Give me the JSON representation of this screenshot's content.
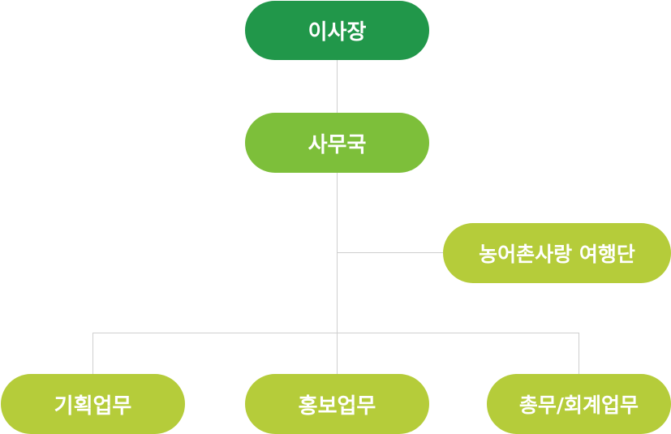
{
  "colors": {
    "chairman": "#21974a",
    "office": "#7dbf3a",
    "unit": "#b5cc3a",
    "line": "#cfcfcf"
  },
  "org_chart": {
    "chairman": "이사장",
    "office": "사무국",
    "side_unit": "농어촌사랑 여행단",
    "departments": [
      "기획업무",
      "홍보업무",
      "총무/회계업무"
    ]
  }
}
